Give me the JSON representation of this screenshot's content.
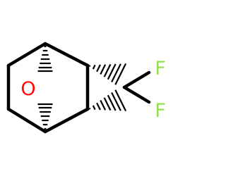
{
  "molecule": {
    "atoms": {
      "oxygen": {
        "symbol": "O",
        "color": "#ff0d0d"
      },
      "fluorine_top": {
        "symbol": "F",
        "color": "#90e050"
      },
      "fluorine_bottom": {
        "symbol": "F",
        "color": "#90e050"
      }
    },
    "bond_color": "#000000"
  }
}
